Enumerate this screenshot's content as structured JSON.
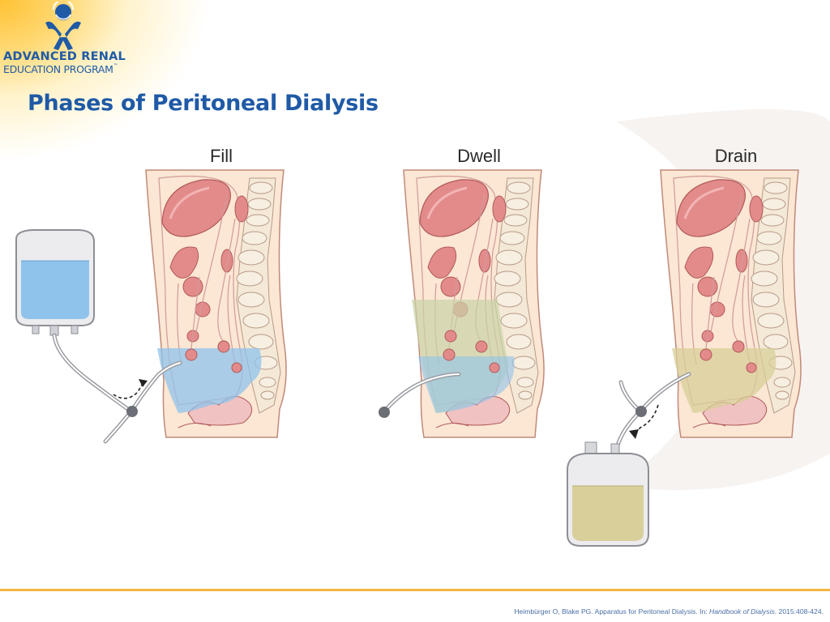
{
  "logo": {
    "line1": "ADVANCED RENAL",
    "line2": "EDUCATION PROGRAM",
    "trademark": "™",
    "colors": {
      "figure": "#1f5aa6",
      "head": "#1f5aa6"
    }
  },
  "title": "Phases of Peritoneal Dialysis",
  "phases": [
    {
      "label": "Fill"
    },
    {
      "label": "Dwell"
    },
    {
      "label": "Drain"
    }
  ],
  "colors": {
    "title": "#1f5aa6",
    "dialysate_fill": "#8fc3ec",
    "dialysate_dwell": "#c9d3a6",
    "dialysate_drain": "#d8cf9a",
    "organ": "#e38b8b",
    "skin": "#fbe7d3",
    "spine": "#f4e9d6",
    "footer_rule": "#f3b540"
  },
  "citation": {
    "prefix": "Heimbürger O, Blake PG. Apparatus for Peritoneal Dialysis. In: ",
    "book": "Handbook of Dialysis",
    "suffix": ". 2015:408-424."
  }
}
